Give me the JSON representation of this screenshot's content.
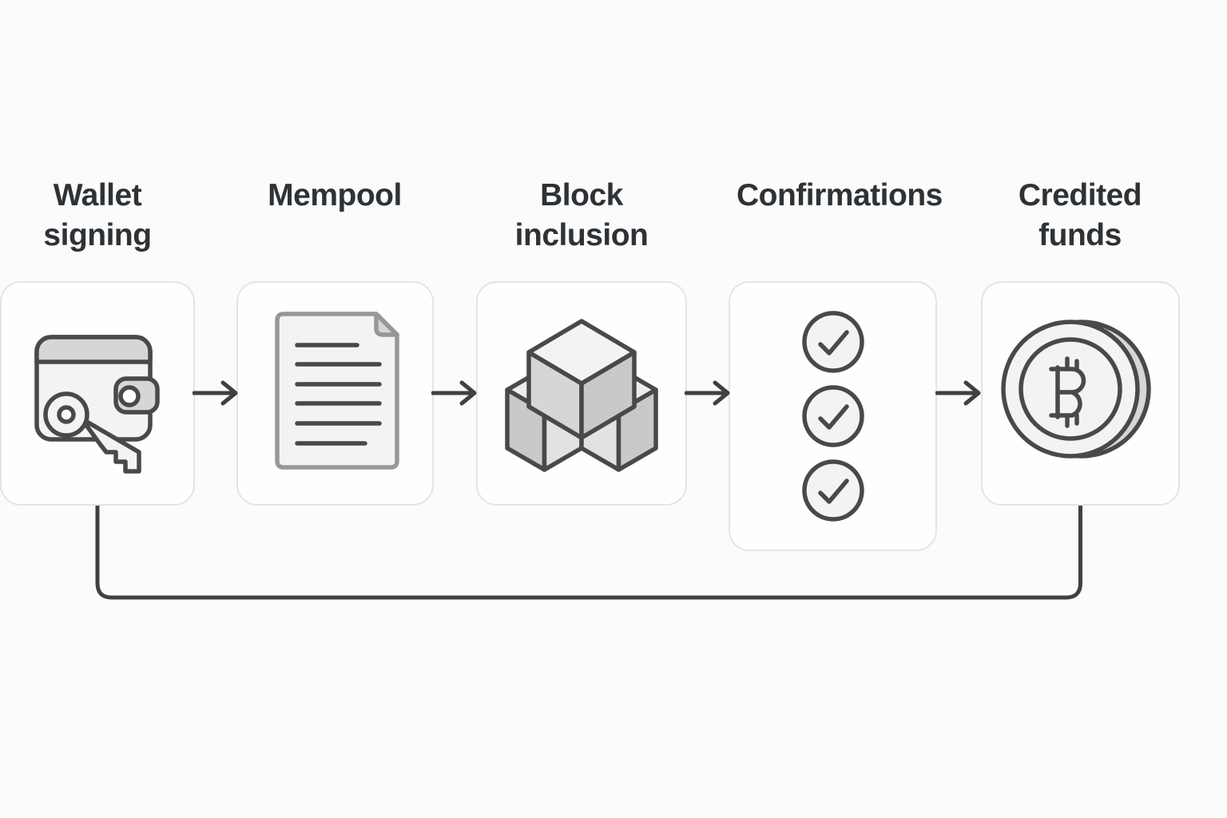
{
  "diagram": {
    "type": "flowchart",
    "direction": "left-to-right",
    "stages": [
      {
        "title": "Wallet signing",
        "icon": "wallet-key-icon"
      },
      {
        "title": "Mempool",
        "icon": "document-icon"
      },
      {
        "title": "Block inclusion",
        "icon": "blocks-icon"
      },
      {
        "title": "Confirmations",
        "icon": "checklist-icon",
        "checkmark_count": 3
      },
      {
        "title": "Credited funds",
        "icon": "bitcoin-coin-icon"
      }
    ],
    "connectors": {
      "forward_arrow_count": 4,
      "loop_back": {
        "from": "Credited funds",
        "to": "Wallet signing",
        "route": "bottom"
      }
    }
  },
  "palette": {
    "background": "#fbfbfb",
    "card_bg": "#fefefe",
    "card_border": "#e4e4e4",
    "icon_stroke": "#47494c",
    "doc_stroke": "#97979a",
    "connector": "#3e4144",
    "title_color": "#2d3236",
    "fill_white": "#fdfdfd",
    "g1": "#f3f3f3",
    "g2": "#ededed",
    "g3": "#e2e2e2",
    "g4": "#d6d6d6",
    "g5": "#c9c9c9"
  }
}
